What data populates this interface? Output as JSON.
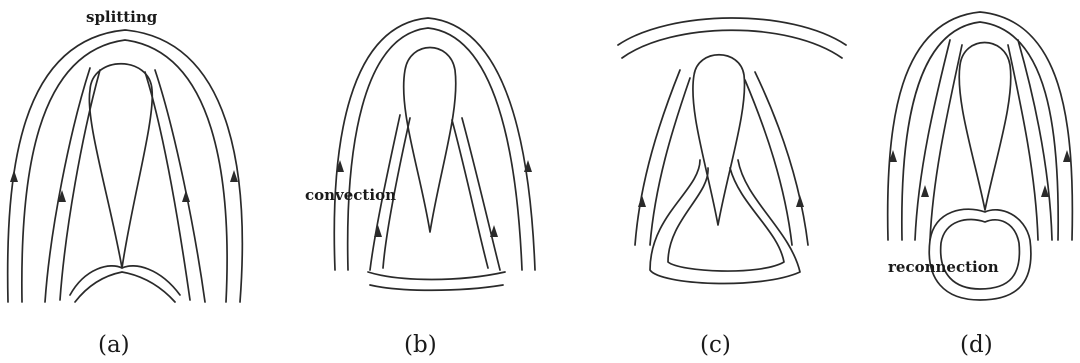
{
  "panels": [
    {
      "id": "a",
      "caption": "(a)",
      "annotation": "splitting"
    },
    {
      "id": "b",
      "caption": "(b)",
      "annotation": "convection"
    },
    {
      "id": "c",
      "caption": "(c)",
      "annotation": ""
    },
    {
      "id": "d",
      "caption": "(d)",
      "annotation": "reconnection"
    }
  ]
}
